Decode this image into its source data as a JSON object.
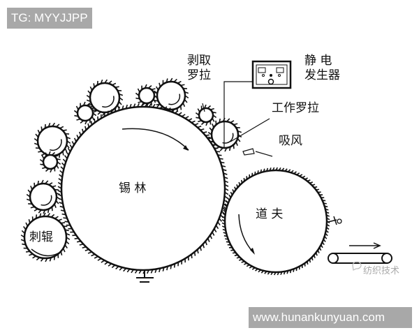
{
  "watermarks": {
    "top": "TG: MYYJJPP",
    "bottom": "www.hunankunyuan.com",
    "wechat": "纺织技术"
  },
  "labels": {
    "cylinder": "锡 林",
    "doffer": "道 夫",
    "licker_in": "刺辊",
    "stripper_roller": "剥取\n罗拉",
    "generator": "静 电\n发生器",
    "worker_roller": "工作罗拉",
    "suction": "吸风"
  },
  "icons": [
    "ground-symbol-icon",
    "conveyor-arrow-icon",
    "wechat-logo-icon"
  ]
}
